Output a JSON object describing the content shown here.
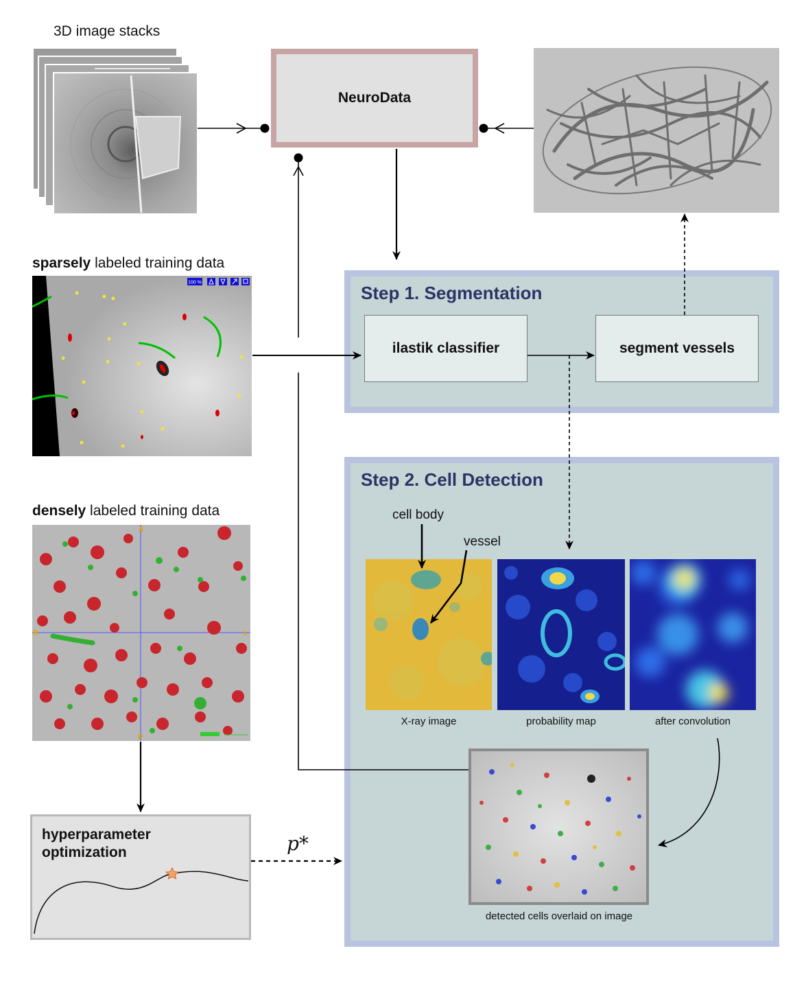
{
  "inputs": {
    "stacks_label": "3D image stacks",
    "sparse": {
      "bold": "sparsely",
      "rest": " labeled training data"
    },
    "dense": {
      "bold": "densely",
      "rest": " labeled training data"
    },
    "viewer_zoom": "100 %",
    "dense_markers": {
      "top": "A",
      "left": "R",
      "right": "L",
      "bottom": "P"
    }
  },
  "neurodata": {
    "label": "NeuroData"
  },
  "step1": {
    "title": "Step 1. Segmentation",
    "classifier": "ilastik classifier",
    "segment": "segment vessels"
  },
  "step2": {
    "title": "Step 2. Cell Detection",
    "annotation_cell": "cell body",
    "annotation_vessel": "vessel",
    "caption_xray": "X-ray image",
    "caption_prob": "probability map",
    "caption_conv": "after convolution",
    "caption_detected": "detected cells overlaid on image"
  },
  "hyper": {
    "line1": "hyperparameter",
    "line2": "optimization",
    "param": "p*"
  },
  "colors": {
    "stage_border": "#b7c3df",
    "stage_fill": "#c6d5d5",
    "stage_title": "#2c3366",
    "neurodata_border": "#c8a4a4",
    "neurodata_fill": "#e1e1e1",
    "process_fill": "#e4ecec"
  }
}
